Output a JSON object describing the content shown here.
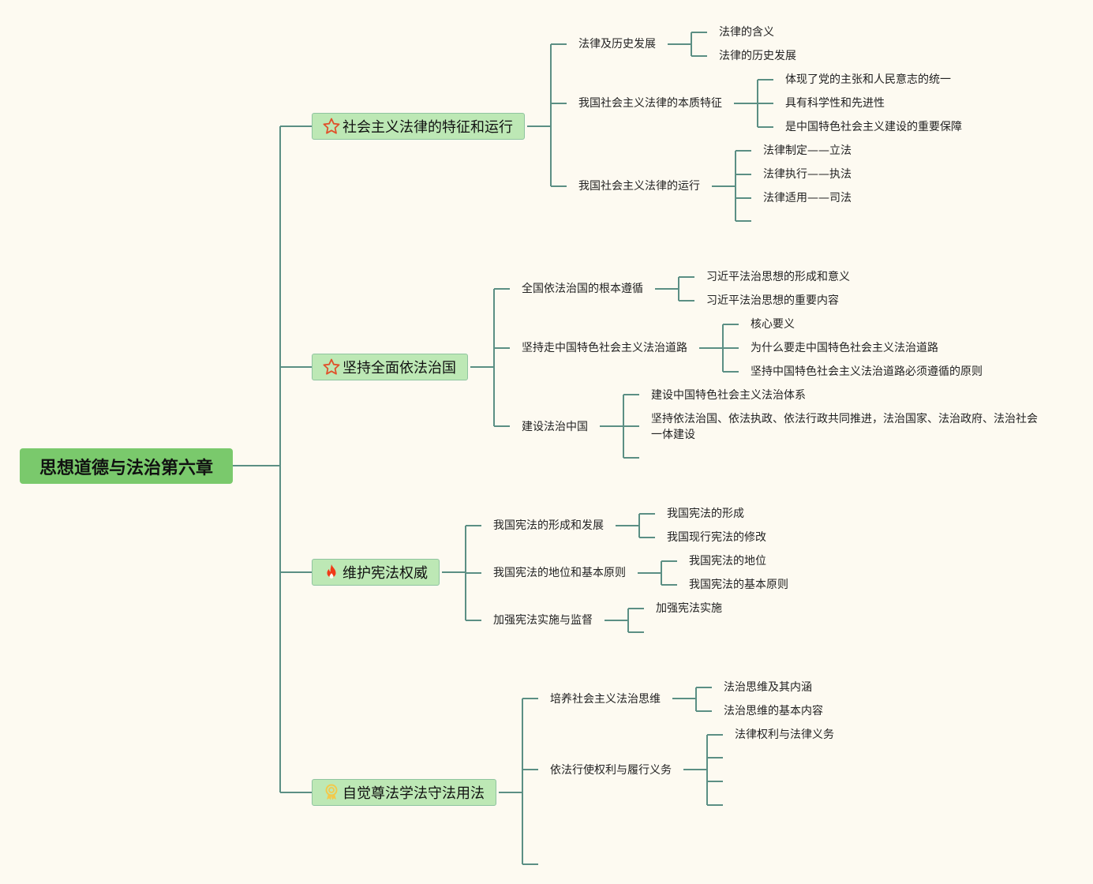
{
  "root": {
    "label": "思想道德与法治第六章"
  },
  "branches": [
    {
      "label": "社会主义法律的特征和运行",
      "icon": "star-outline-icon",
      "icon_color": "#e0502a",
      "children": [
        {
          "label": "法律及历史发展",
          "children": [
            "法律的含义",
            "法律的历史发展"
          ]
        },
        {
          "label": "我国社会主义法律的本质特征",
          "children": [
            "体现了党的主张和人民意志的统一",
            "具有科学性和先进性",
            "是中国特色社会主义建设的重要保障"
          ]
        },
        {
          "label": "我国社会主义法律的运行",
          "children": [
            "法律制定——立法",
            "法律执行——执法",
            "法律适用——司法",
            ""
          ]
        }
      ]
    },
    {
      "label": "坚持全面依法治国",
      "icon": "star-outline-icon",
      "icon_color": "#e0502a",
      "children": [
        {
          "label": "全国依法治国的根本遵循",
          "children": [
            "习近平法治思想的形成和意义",
            "习近平法治思想的重要内容"
          ]
        },
        {
          "label": "坚持走中国特色社会主义法治道路",
          "children": [
            "核心要义",
            "为什么要走中国特色社会主义法治道路",
            "坚持中国特色社会主义法治道路必须遵循的原则"
          ]
        },
        {
          "label": "建设法治中国",
          "children": [
            "建设中国特色社会主义法治体系",
            "坚持依法治国、依法执政、依法行政共同推进，法治国家、法治政府、法治社会一体建设",
            ""
          ]
        }
      ]
    },
    {
      "label": "维护宪法权威",
      "icon": "fire-icon",
      "icon_color": "#f03a17",
      "children": [
        {
          "label": "我国宪法的形成和发展",
          "children": [
            "我国宪法的形成",
            "我国现行宪法的修改"
          ]
        },
        {
          "label": "我国宪法的地位和基本原则",
          "children": [
            "我国宪法的地位",
            "我国宪法的基本原则"
          ]
        },
        {
          "label": "加强宪法实施与监督",
          "children": [
            "加强宪法实施",
            ""
          ]
        }
      ]
    },
    {
      "label": "自觉尊法学法守法用法",
      "icon": "medal-icon",
      "icon_color": "#f2c94c",
      "children": [
        {
          "label": "培养社会主义法治思维",
          "children": [
            "法治思维及其内涵",
            "法治思维的基本内容"
          ]
        },
        {
          "label": "依法行使权利与履行义务",
          "children": [
            "法律权利与法律义务",
            "",
            "",
            ""
          ]
        },
        {
          "label": "",
          "children": []
        }
      ]
    }
  ]
}
